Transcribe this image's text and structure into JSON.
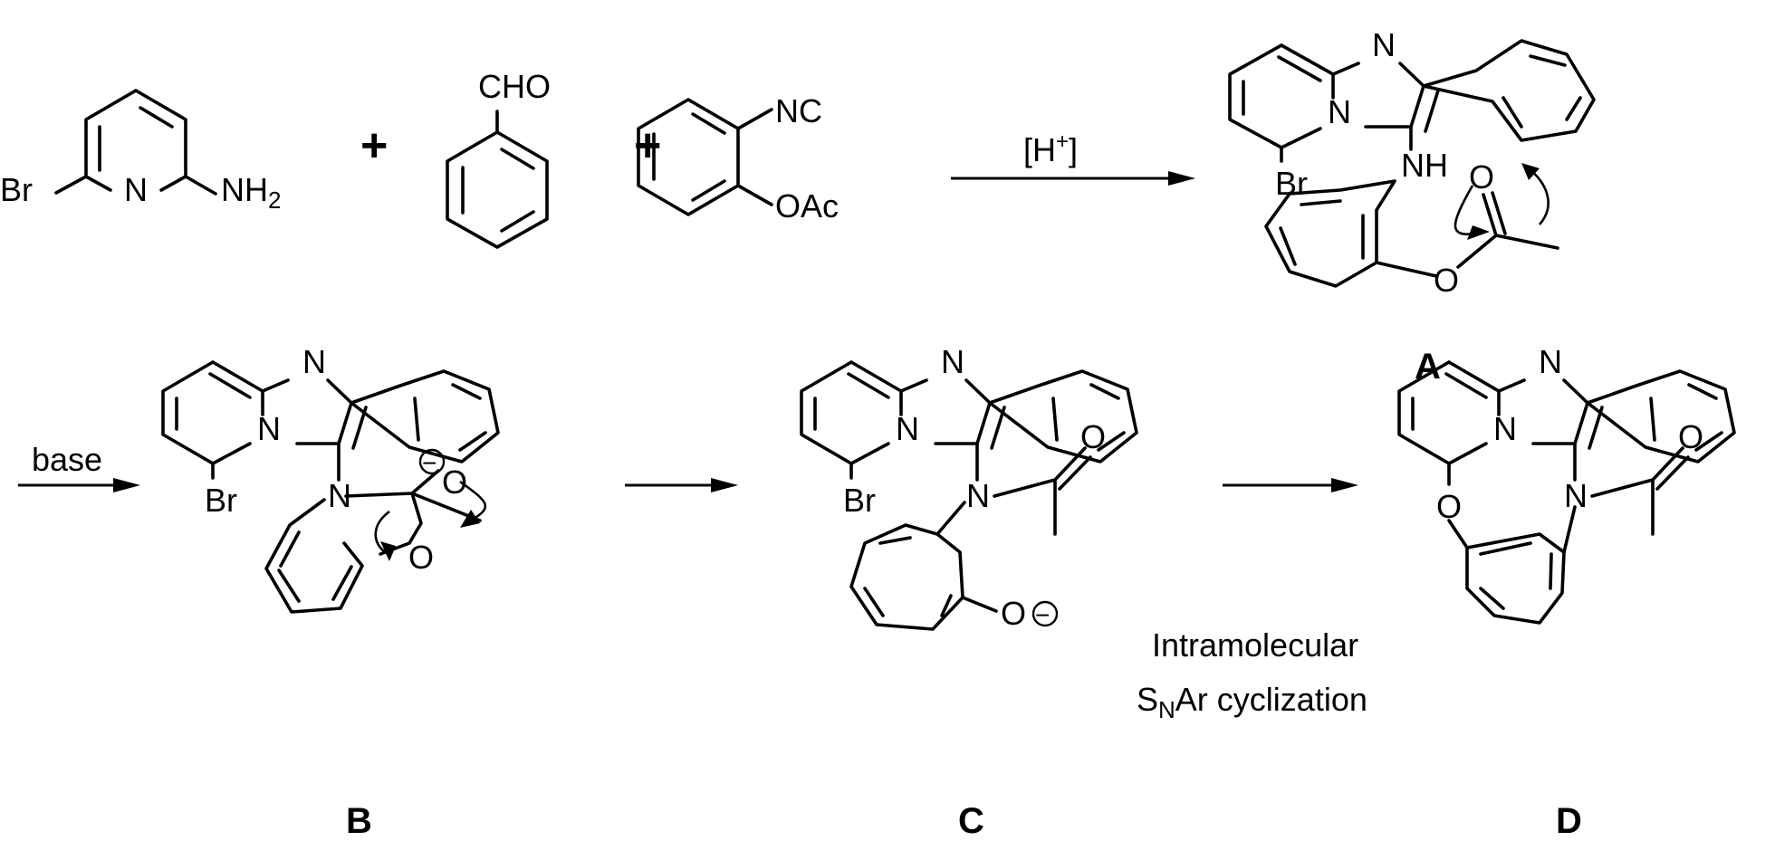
{
  "reactants": {
    "aminopyridine": {
      "br": "Br",
      "n": "N",
      "nh": "NH",
      "sub2": "2"
    },
    "plus1": "+",
    "benzaldehyde": {
      "cho": "CHO"
    },
    "plus2": "+",
    "isocyanide": {
      "nc": "NC",
      "oac": "OAc"
    }
  },
  "arrows": {
    "step1": "[H",
    "step1_sup": "+",
    "step1_close": "]",
    "step2": "base",
    "step4_line1": "Intramolecular",
    "step4_s": "S",
    "step4_n": "N",
    "step4_rest": "Ar cyclization"
  },
  "compounds": {
    "A": {
      "label": "A",
      "n": "N",
      "nplus": "N",
      "br": "Br",
      "nh": "NH",
      "o_carbonyl": "O",
      "o_ester": "O"
    },
    "B": {
      "label": "B",
      "n": "N",
      "nplus": "N",
      "br": "Br",
      "n_amide": "N",
      "o_anion": "O",
      "o_ring": "O",
      "charge": "−"
    },
    "C": {
      "label": "C",
      "n": "N",
      "nplus": "N",
      "br": "Br",
      "n_amide": "N",
      "o_carbonyl": "O",
      "o_phenoxide": "O",
      "charge": "−"
    },
    "D": {
      "label": "D",
      "n": "N",
      "nplus": "N",
      "o_bridge": "O",
      "n_amide": "N",
      "o_carbonyl": "O"
    }
  }
}
